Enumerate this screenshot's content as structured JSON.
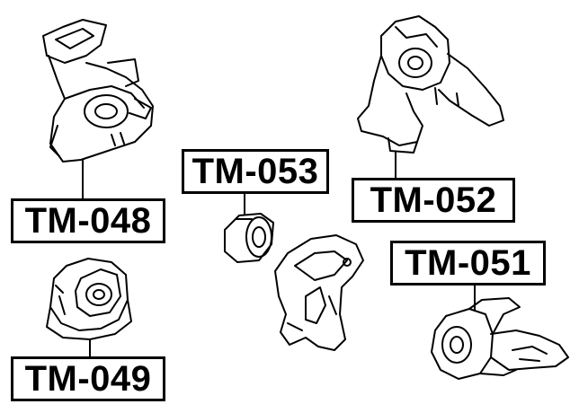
{
  "parts": [
    {
      "id": "tm048",
      "label": "TM-048"
    },
    {
      "id": "tm049",
      "label": "TM-049"
    },
    {
      "id": "tm053",
      "label": "TM-053"
    },
    {
      "id": "tm052",
      "label": "TM-052"
    },
    {
      "id": "tm051",
      "label": "TM-051"
    }
  ],
  "colors": {
    "line": "#000000",
    "background": "#ffffff"
  }
}
